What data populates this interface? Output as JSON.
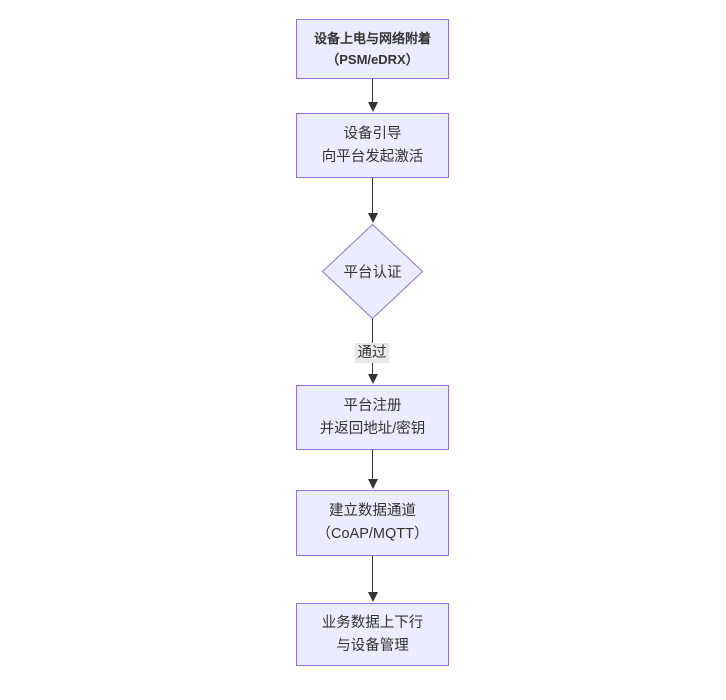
{
  "diagram": {
    "type": "flowchart",
    "direction": "top-down",
    "colors": {
      "node_fill": "#ECECFF",
      "node_border": "#9370DB",
      "edge": "#333333",
      "edge_label_bg": "#e8e8e8",
      "text": "#333333",
      "background": "#ffffff"
    },
    "nodes": [
      {
        "id": "power-network-attach",
        "shape": "rect",
        "lines": [
          "设备上电与网络附着",
          "（PSM/eDRX）"
        ]
      },
      {
        "id": "device-bootstrap",
        "shape": "rect",
        "lines": [
          "设备引导",
          "向平台发起激活"
        ]
      },
      {
        "id": "platform-auth",
        "shape": "diamond",
        "lines": [
          "平台认证"
        ]
      },
      {
        "id": "platform-register",
        "shape": "rect",
        "lines": [
          "平台注册",
          "并返回地址/密钥"
        ]
      },
      {
        "id": "data-channel",
        "shape": "rect",
        "lines": [
          "建立数据通道",
          "（CoAP/MQTT）"
        ]
      },
      {
        "id": "business-data-mgmt",
        "shape": "rect",
        "lines": [
          "业务数据上下行",
          "与设备管理"
        ]
      }
    ],
    "edges": [
      {
        "from": "power-network-attach",
        "to": "device-bootstrap",
        "label": ""
      },
      {
        "from": "device-bootstrap",
        "to": "platform-auth",
        "label": ""
      },
      {
        "from": "platform-auth",
        "to": "platform-register",
        "label": "通过"
      },
      {
        "from": "platform-register",
        "to": "data-channel",
        "label": ""
      },
      {
        "from": "data-channel",
        "to": "business-data-mgmt",
        "label": ""
      }
    ]
  }
}
